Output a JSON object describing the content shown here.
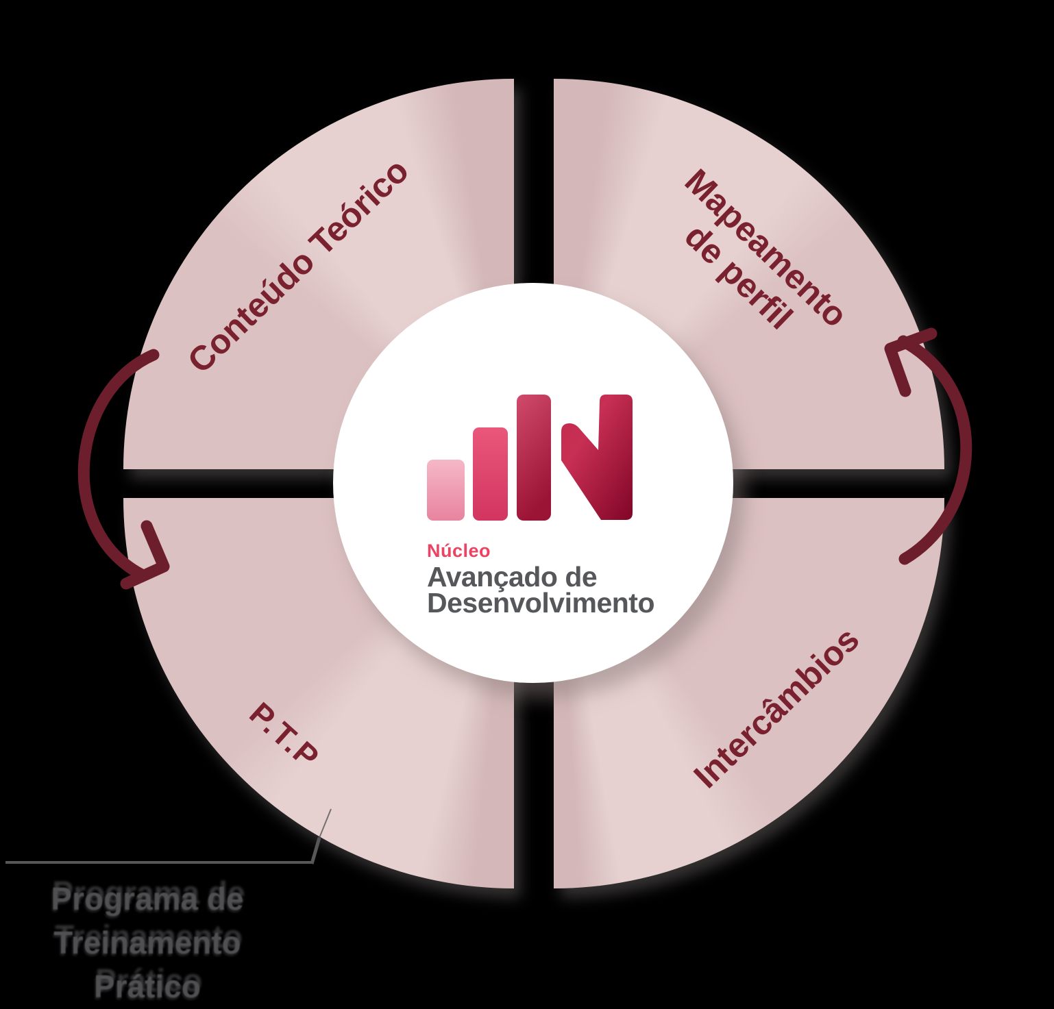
{
  "diagram_title": "cycle diagram — Núcleo Avançado de Desenvolvimento",
  "quadrants": {
    "top_left": {
      "label": "Conteúdo Teórico"
    },
    "top_right": {
      "label_line1": "Mapeamento",
      "label_line2": "de perfil"
    },
    "bottom_left": {
      "label": "P.T.P"
    },
    "bottom_right": {
      "label": "Intercâmbios"
    }
  },
  "caption": {
    "line1": "Programa de",
    "line2": "Treinamento",
    "line3": "Prático"
  },
  "logo": {
    "kicker": "Núcleo",
    "name_line1": "Avançado de",
    "name_line2": "Desenvolvimento",
    "bar1_top": "#f5b8c7",
    "bar1_bottom": "#e8839f",
    "bar2_top": "#ea577b",
    "bar2_bottom": "#d23560",
    "bar3_top": "#d04b6c",
    "bar3_bottom": "#9b1335",
    "n_start": "#c22a4e",
    "n_mid": "#c72f53",
    "n_end": "#85082a"
  },
  "colors": {
    "page_bg": "#000000",
    "quadrant_base": "#dcc1c2",
    "facet_light": "#e6d1d0",
    "facet_dark": "#d4b8b9",
    "label_color": "#7a2130",
    "arrow_color": "#6d1e2c",
    "caption_color": "#505052",
    "line_color": "#57575a",
    "circle_bg": "#ffffff",
    "kicker_color": "#ee4263",
    "name_color": "#55575a"
  }
}
